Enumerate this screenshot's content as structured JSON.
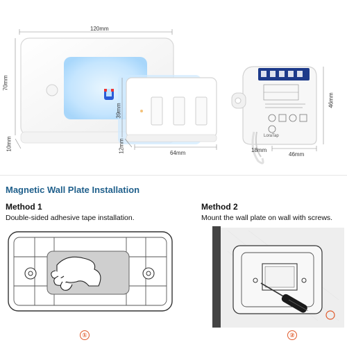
{
  "product": {
    "dimensions": {
      "plate_width": "120mm",
      "plate_height": "70mm",
      "plate_depth": "10mm",
      "switch_height": "39mm",
      "switch_width": "64mm",
      "switch_depth": "12mm",
      "module_height": "46mm",
      "module_width": "46mm",
      "module_depth": "18mm"
    },
    "module_brand": "LoraTap"
  },
  "installation": {
    "title": "Magnetic Wall Plate Installation",
    "method1": {
      "title": "Method 1",
      "description": "Double-sided adhesive tape installation.",
      "step_number": "①"
    },
    "method2": {
      "title": "Method 2",
      "description": "Mount the wall plate on wall with screws.",
      "step_number": "②"
    }
  },
  "colors": {
    "title_blue": "#1f5f8b",
    "badge_orange": "#e05a2b",
    "glow_blue": "#bfe3ff"
  }
}
